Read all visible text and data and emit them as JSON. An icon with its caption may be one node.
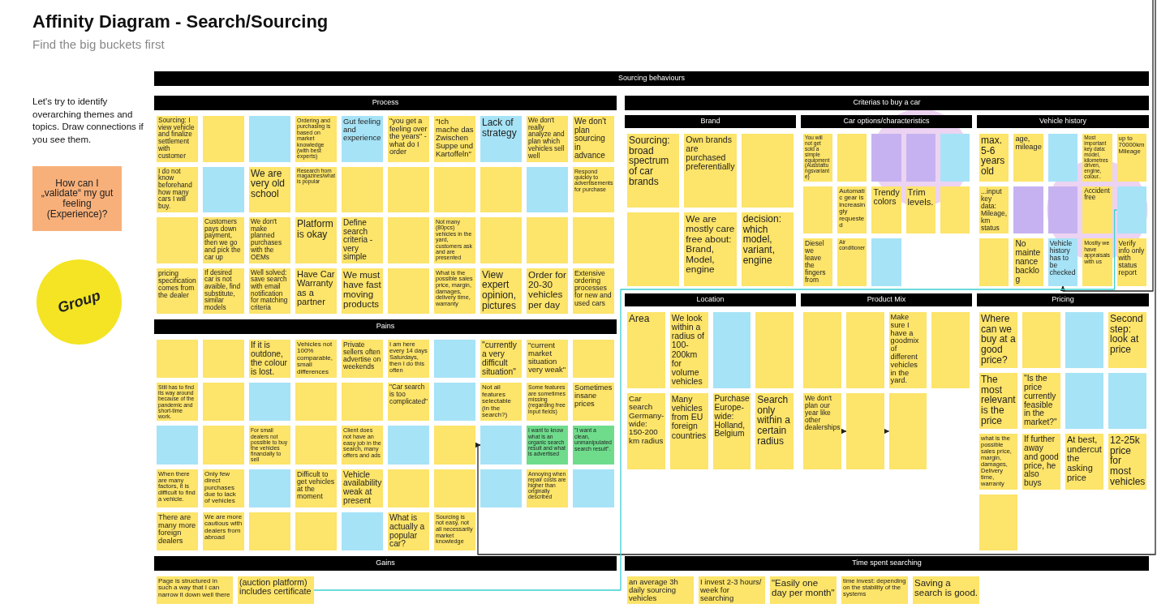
{
  "diagram": {
    "title": "Affinity Diagram - Search/Sourcing",
    "nodes": [
      {
        "text": [
          "How can I „validate“ my gut feeling (Experience)?"
        ]
      },
      {
        "text": [
          "Group"
        ]
      },
      {
        "text": [
          "Sourcing behaviours"
        ]
      },
      {
        "text": [
          "Process"
        ]
      },
      {
        "text": [
          "Sourcing: I view vehicle and finalize settlement with customer"
        ]
      },
      {
        "text": [],
        "shape": "box"
      },
      {
        "text": [],
        "shape": "box"
      },
      {
        "text": [
          "Ordering and purchasing is based on market knowledge (with best experts)"
        ]
      },
      {
        "text": [
          "Gut feeling and experience"
        ]
      },
      {
        "text": [
          "\"you get a feeling over the years\" - what do I order"
        ]
      },
      {
        "text": [
          "\"Ich mache das Zwischen Suppe und Kartoffeln\""
        ]
      },
      {
        "text": [
          "Lack of strategy"
        ]
      },
      {
        "text": [
          "We don't really analyze and plan which vehicles sell well"
        ]
      },
      {
        "text": [
          "We don't plan sourcing in advance"
        ]
      },
      {
        "text": [
          "I do not know beforehand how many cars I will buy."
        ]
      },
      {
        "text": [],
        "shape": "box"
      },
      {
        "text": [
          "We are very old school"
        ]
      },
      {
        "text": [
          "Research from magazines/what is popular"
        ]
      },
      {
        "text": [],
        "shape": "box"
      },
      {
        "text": [],
        "shape": "box"
      },
      {
        "text": [],
        "shape": "box"
      },
      {
        "text": [],
        "shape": "box"
      },
      {
        "text": [],
        "shape": "box"
      },
      {
        "text": [
          "Respond quickly to advertisements for purchase"
        ]
      },
      {
        "text": [],
        "shape": "box"
      },
      {
        "text": [
          "Customers pays down payment, then we go and pick the car up"
        ]
      },
      {
        "text": [
          "We don't make planned purchases with the OEMs"
        ]
      },
      {
        "text": [
          "Platform is okay"
        ]
      },
      {
        "text": [
          "Define search criteria - very simple"
        ]
      },
      {
        "text": [],
        "shape": "box"
      },
      {
        "text": [
          "Not many (80pcs) vehicles in the yard, customers ask and are presented"
        ]
      },
      {
        "text": [],
        "shape": "box"
      },
      {
        "text": [],
        "shape": "box"
      },
      {
        "text": [],
        "shape": "box"
      },
      {
        "text": [
          "pricing specification comes from the dealer"
        ]
      },
      {
        "text": [
          "If desired car is not avaible, find substitute, similar models"
        ]
      },
      {
        "text": [
          "Well solved: save search with email notification for matching criteria"
        ]
      },
      {
        "text": [
          "Have Car Warranty as a partner"
        ]
      },
      {
        "text": [
          "We must have fast moving products"
        ]
      },
      {
        "text": [],
        "shape": "box"
      },
      {
        "text": [
          "What is the possible sales price, margin, damages, delivery time, warranty"
        ]
      },
      {
        "text": [
          "View expert opinion, pictures"
        ]
      },
      {
        "text": [
          "Order for 20-30 vehicles per day"
        ]
      },
      {
        "text": [
          "Extensive ordering processes for new and used cars"
        ]
      },
      {
        "text": [
          "Criterias to buy a car"
        ]
      },
      {
        "text": [
          "Brand"
        ]
      },
      {
        "text": [
          "Sourcing: broad spectrum of car brands"
        ]
      },
      {
        "text": [
          "Own brands are purchased preferentially"
        ]
      },
      {
        "text": [],
        "shape": "box"
      },
      {
        "text": [],
        "shape": "box"
      },
      {
        "text": [
          "We are mostly care free about: Brand, Model, engine"
        ]
      },
      {
        "text": [
          "decision: which model, variant, engine"
        ]
      },
      {
        "text": [
          "Car options/characteristics"
        ]
      },
      {
        "text": [
          "You will not get sold a simple equipment (Ausstattungsvariante)"
        ]
      },
      {
        "text": [],
        "shape": "box"
      },
      {
        "text": [],
        "shape": "box"
      },
      {
        "text": [],
        "shape": "box"
      },
      {
        "text": [],
        "shape": "box"
      },
      {
        "text": [],
        "shape": "box"
      },
      {
        "text": [
          "Automatic gear is increasingly requested"
        ]
      },
      {
        "text": [
          "Trendy colors"
        ]
      },
      {
        "text": [
          "Trim levels."
        ]
      },
      {
        "text": [],
        "shape": "box"
      },
      {
        "text": [
          "Diesel we leave the fingers from"
        ]
      },
      {
        "text": [
          "Air conditioner"
        ]
      },
      {
        "text": [],
        "shape": "box"
      },
      {
        "text": [
          "Vehicle history"
        ]
      },
      {
        "text": [
          "max. 5-6 years old"
        ]
      },
      {
        "text": [
          "age, mileage"
        ]
      },
      {
        "text": [],
        "shape": "box"
      },
      {
        "text": [
          "Most important key data: model, kilometres driven, engine, colour.."
        ]
      },
      {
        "text": [
          "up to 70000km Mileage"
        ]
      },
      {
        "text": [
          "...input key data: Mileage, km status"
        ]
      },
      {
        "text": [],
        "shape": "box"
      },
      {
        "text": [],
        "shape": "box"
      },
      {
        "text": [
          "Accident free"
        ]
      },
      {
        "text": [],
        "shape": "box"
      },
      {
        "text": [],
        "shape": "box"
      },
      {
        "text": [
          "No maintenance backlog"
        ]
      },
      {
        "text": [
          "Vehicle history has to be checked"
        ]
      },
      {
        "text": [
          "Mostly we have appraisals with us"
        ]
      },
      {
        "text": [
          "Verify info only with status report"
        ]
      },
      {
        "text": [
          "Location"
        ]
      },
      {
        "text": [
          "Area"
        ]
      },
      {
        "text": [
          "We look within a radius of 100-200km for volume vehicles"
        ]
      },
      {
        "text": [],
        "shape": "box"
      },
      {
        "text": [],
        "shape": "box"
      },
      {
        "text": [
          "Car search Germany-wide: 150-200 km radius"
        ]
      },
      {
        "text": [
          "Many vehicles from EU foreign countries"
        ]
      },
      {
        "text": [
          "Purchase Europe-wide: Holland, Belgium"
        ]
      },
      {
        "text": [
          "Search only within a certain radius"
        ]
      },
      {
        "text": [
          "Product Mix"
        ]
      },
      {
        "text": [],
        "shape": "box"
      },
      {
        "text": [],
        "shape": "box"
      },
      {
        "text": [
          "Make sure I have a goodmix of different vehicles in the yard."
        ]
      },
      {
        "text": [],
        "shape": "box"
      },
      {
        "text": [
          "We don't plan our year like other dealerships"
        ]
      },
      {
        "text": [],
        "shape": "box"
      },
      {
        "text": [],
        "shape": "box"
      },
      {
        "text": [
          "Pricing"
        ]
      },
      {
        "text": [
          "Where can we buy at a good price?"
        ]
      },
      {
        "text": [],
        "shape": "box"
      },
      {
        "text": [],
        "shape": "box"
      },
      {
        "text": [
          "Second step: look at price"
        ]
      },
      {
        "text": [
          "The most relevant is the price"
        ]
      },
      {
        "text": [
          "\"Is the price currently feasible in the market?\""
        ]
      },
      {
        "text": [],
        "shape": "box"
      },
      {
        "text": [],
        "shape": "box"
      },
      {
        "text": [
          "what is the possible sales price, margin, damages, Delivery time, warranty"
        ]
      },
      {
        "text": [
          "If further away and good price, he also buys"
        ]
      },
      {
        "text": [
          "At best, undercut the asking price"
        ]
      },
      {
        "text": [
          "12-25k price for most vehicles"
        ]
      },
      {
        "text": [],
        "shape": "box"
      },
      {
        "text": [
          "Pains"
        ]
      },
      {
        "text": [],
        "shape": "box"
      },
      {
        "text": [],
        "shape": "box"
      },
      {
        "text": [
          "If it is outdone, the colour is lost."
        ]
      },
      {
        "text": [
          "Vehicles not 100% comparable, small differences"
        ]
      },
      {
        "text": [
          "Private sellers often advertise on weekends"
        ]
      },
      {
        "text": [
          "I am here every 14 days Saturdays, then I do this often"
        ]
      },
      {
        "text": [],
        "shape": "box"
      },
      {
        "text": [
          "\"currently a very difficult situation\""
        ]
      },
      {
        "text": [
          "\"current market situation very weak\""
        ]
      },
      {
        "text": [],
        "shape": "box"
      },
      {
        "text": [
          "Still has to find its way around because of the pandemic and short-time work."
        ]
      },
      {
        "text": [],
        "shape": "box"
      },
      {
        "text": [],
        "shape": "box"
      },
      {
        "text": [],
        "shape": "box"
      },
      {
        "text": [],
        "shape": "box"
      },
      {
        "text": [
          "\"Car search is too complicated\""
        ]
      },
      {
        "text": [],
        "shape": "box"
      },
      {
        "text": [
          "Not all features selectable (in the search?)"
        ]
      },
      {
        "text": [
          "Some features are sometimes missing (regarding free input fields)"
        ]
      },
      {
        "text": [
          "Sometimes insane prices"
        ]
      },
      {
        "text": [],
        "shape": "box"
      },
      {
        "text": [],
        "shape": "box"
      },
      {
        "text": [
          "For small dealers not possible to buy the vehicles financially to sell"
        ]
      },
      {
        "text": [],
        "shape": "box"
      },
      {
        "text": [
          "Client does not have an easy job in the search, many offers and ads"
        ]
      },
      {
        "text": [],
        "shape": "box"
      },
      {
        "text": [],
        "shape": "box"
      },
      {
        "text": [],
        "shape": "box"
      },
      {
        "text": [
          "I want to know what is an organic search result and what is advertised"
        ]
      },
      {
        "text": [
          "\"I want a clean, unmanipulated search result\"."
        ]
      },
      {
        "text": [
          "When there are many factors, it is difficult to find a vehicle."
        ]
      },
      {
        "text": [
          "Only few direct purchases due to lack of vehicles"
        ]
      },
      {
        "text": [],
        "shape": "box"
      },
      {
        "text": [
          "Difficult to get vehicles at the moment"
        ]
      },
      {
        "text": [
          "Vehicle availability weak at present"
        ]
      },
      {
        "text": [],
        "shape": "box"
      },
      {
        "text": [],
        "shape": "box"
      },
      {
        "text": [],
        "shape": "box"
      },
      {
        "text": [
          "Annoying when repair costs are higher than originally described"
        ]
      },
      {
        "text": [],
        "shape": "box"
      },
      {
        "text": [
          "There are many more foreign dealers"
        ]
      },
      {
        "text": [
          "We are more cautious with dealers from abroad"
        ]
      },
      {
        "text": [],
        "shape": "box"
      },
      {
        "text": [],
        "shape": "box"
      },
      {
        "text": [],
        "shape": "box"
      },
      {
        "text": [
          "What is actually a popular car?"
        ]
      },
      {
        "text": [
          "Sourcing is not easy, not all necessarily market knowledge"
        ]
      },
      {
        "text": [
          "Gains"
        ]
      },
      {
        "text": [
          "Page is structured in such a way that I can narrow it down well there"
        ]
      },
      {
        "text": [
          "(auction platform) includes certificate"
        ]
      },
      {
        "text": [
          "Time spent searching"
        ]
      },
      {
        "text": [
          "an average 3h daily sourcing vehicles"
        ]
      },
      {
        "text": [
          "I invest 2-3 hours/ week for searching"
        ]
      },
      {
        "text": [
          "\"Easily one day per month\""
        ]
      },
      {
        "text": [
          "time invest: depending on the stability of the systems"
        ]
      },
      {
        "text": [
          "Saving a search is good."
        ]
      }
    ],
    "edges": [
      {
        "from": null,
        "to": 79,
        "arrow": "to"
      },
      {
        "from": null,
        "to": 141,
        "arrow": "to"
      },
      {
        "from": 163,
        "to": 76,
        "arrow": "none",
        "color": "#3ccfcf"
      },
      {
        "from": 96,
        "to": 97,
        "arrow": "to"
      },
      {
        "from": 97,
        "to": 98,
        "arrow": "to"
      }
    ],
    "labels": [
      "Find the big buckets first",
      "Let's try to identify overarching themes and topics. Draw connections if you see them."
    ]
  }
}
